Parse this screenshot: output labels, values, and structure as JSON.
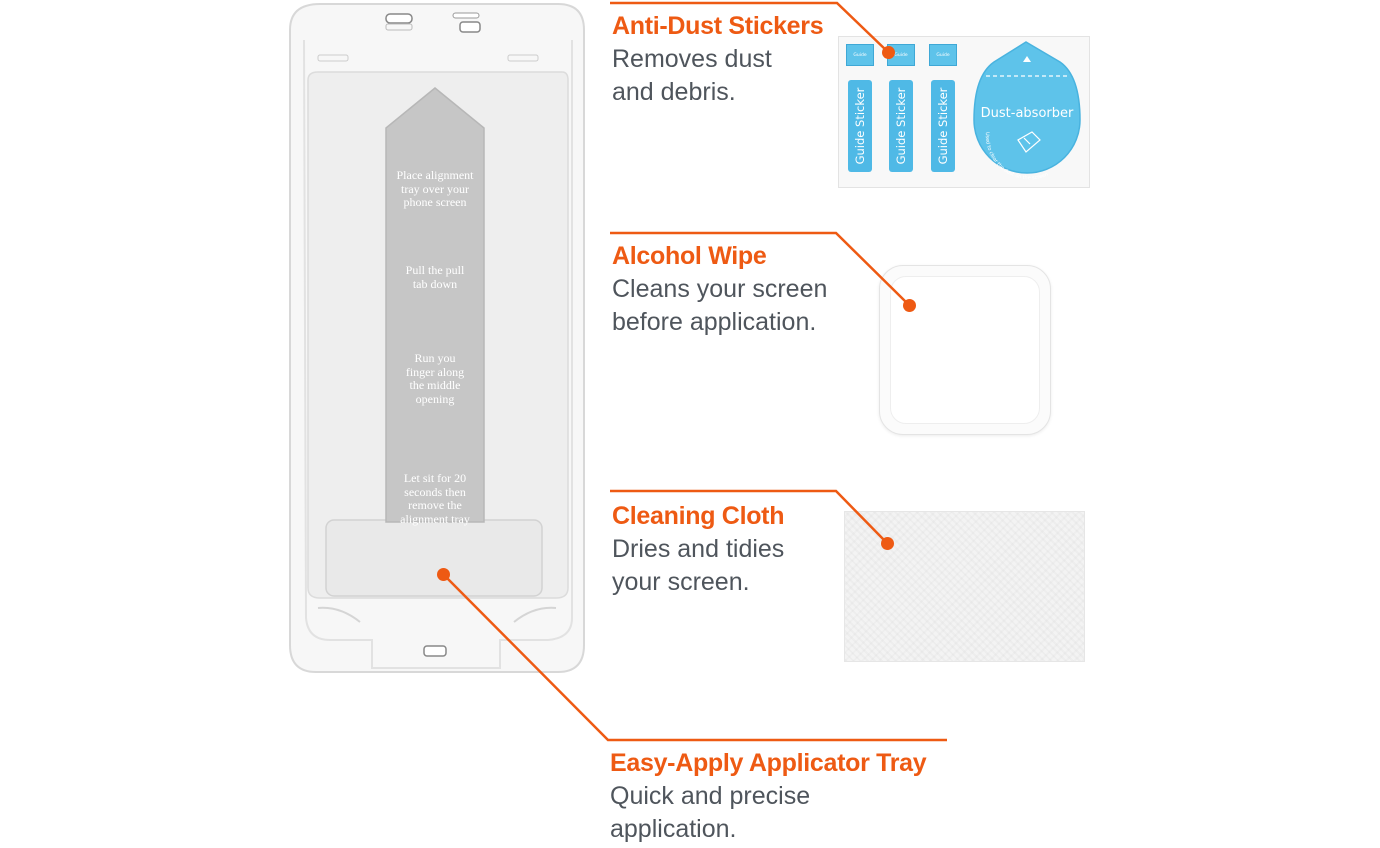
{
  "tray": {
    "steps": [
      [
        "Place alignment",
        "tray over your",
        "phone screen"
      ],
      [
        "Pull the pull",
        "tab down"
      ],
      [
        "Run you",
        "finger along",
        "the middle",
        "opening"
      ],
      [
        "Let sit for 20",
        "seconds then",
        "remove the",
        "alignment tray"
      ]
    ]
  },
  "stickers": {
    "small_label": "Guide Sticker",
    "strip_label": "Guide Sticker",
    "absorber_label": "Dust-absorber",
    "absorber_arc_text": "Used to clear the dust on the screen"
  },
  "callouts": {
    "anti_dust": {
      "title": "Anti-Dust Stickers",
      "desc": [
        "Removes dust",
        "and debris."
      ]
    },
    "alcohol": {
      "title": "Alcohol Wipe",
      "desc": [
        "Cleans your screen",
        "before application."
      ]
    },
    "cloth": {
      "title": "Cleaning Cloth",
      "desc": [
        "Dries and tidies",
        "your screen."
      ]
    },
    "tray": {
      "title": "Easy-Apply Applicator Tray",
      "desc": [
        "Quick and precise",
        "application."
      ]
    }
  },
  "colors": {
    "accent": "#ee5a13",
    "desc_text": "#4f555c",
    "sticker_blue": "#4fb9e6",
    "tray_grey": "#c9c9c9"
  }
}
